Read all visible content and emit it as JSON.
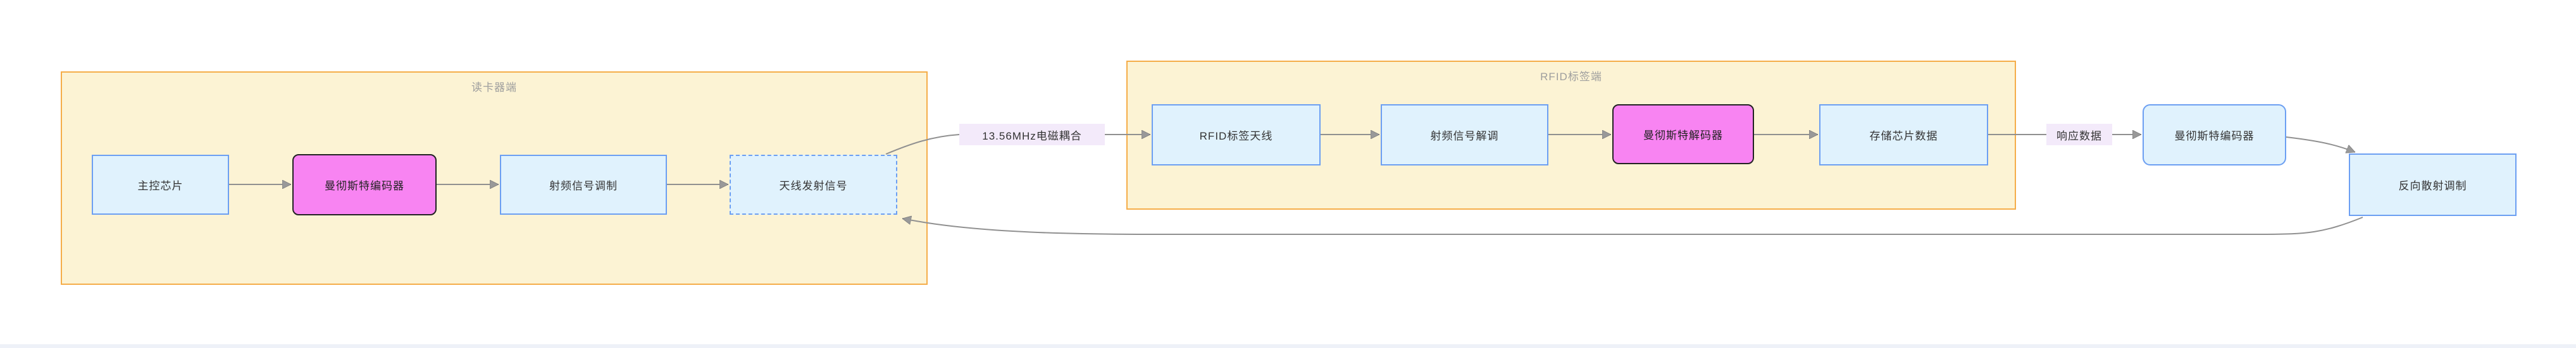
{
  "diagram": {
    "reader_group": {
      "title": "读卡器端"
    },
    "tag_group": {
      "title": "RFID标签端"
    },
    "nodes": {
      "main_chip": "主控芯片",
      "manchester_encoder_reader": "曼彻斯特编码器",
      "rf_modulation": "射频信号调制",
      "antenna_transmit": "天线发射信号",
      "tag_antenna": "RFID标签天线",
      "rf_demodulation": "射频信号解调",
      "manchester_decoder": "曼彻斯特解码器",
      "chip_data": "存储芯片数据",
      "manchester_encoder_tag": "曼彻斯特编码器",
      "backscatter": "反向散射调制"
    },
    "edge_labels": {
      "coupling": "13.56MHz电磁耦合",
      "response": "响应数据"
    },
    "colors": {
      "group_fill": "#FCF3D4",
      "group_border": "#F5AD49",
      "node_fill": "#E0F2FD",
      "node_border": "#6C9FF2",
      "pink_fill": "#F884F2",
      "pink_border": "#222222",
      "edge_label_fill": "#F3EAFA",
      "edge_line": "#909090",
      "group_title_color": "#9E9E9E",
      "footer_strip": "#EEF1F8"
    }
  }
}
